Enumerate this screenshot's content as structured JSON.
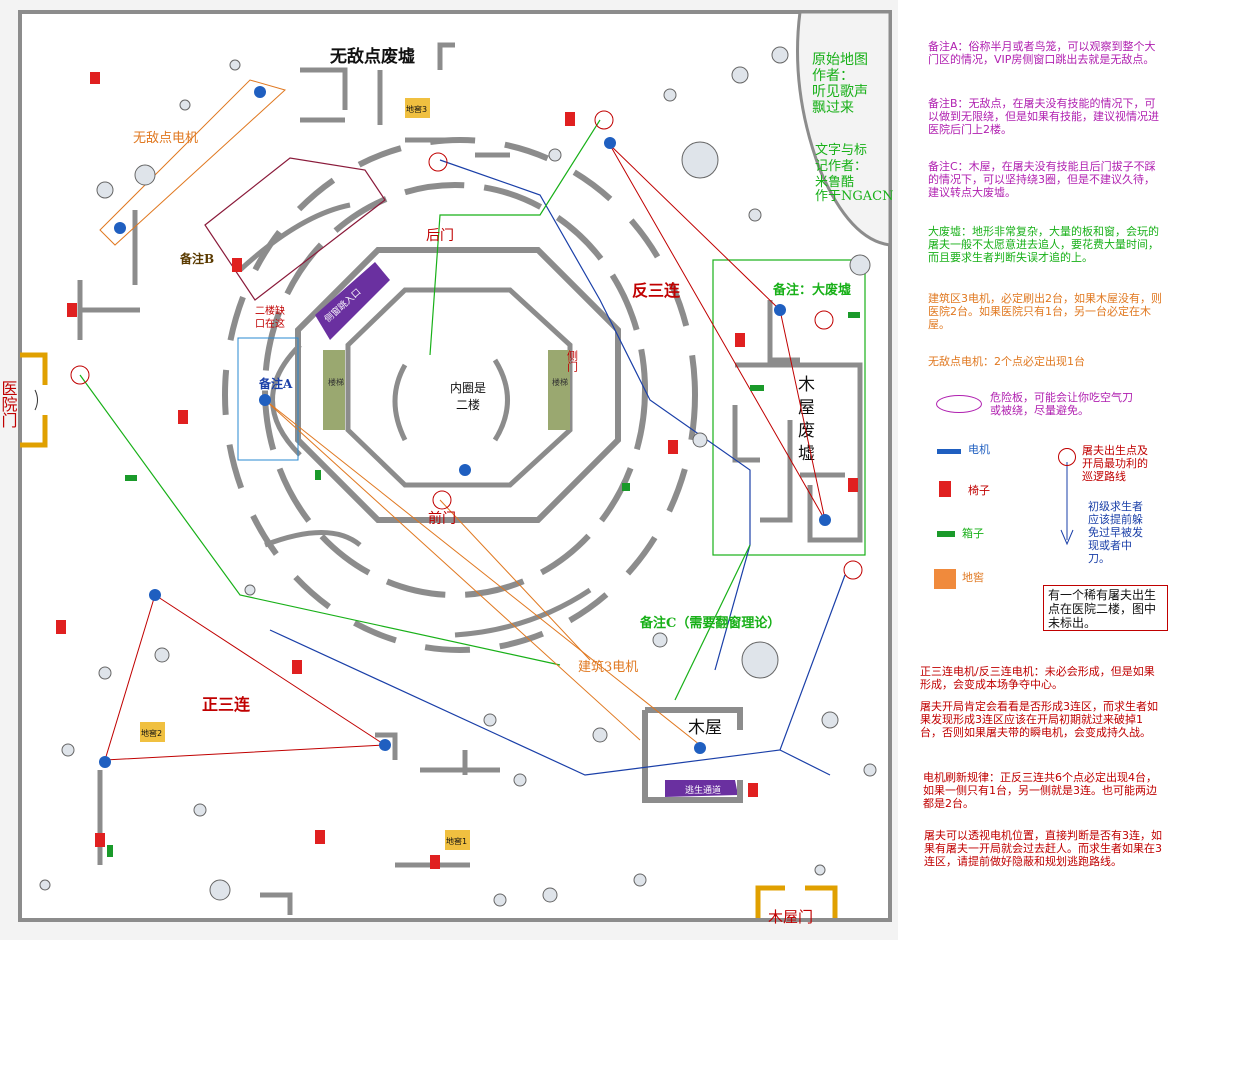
{
  "colors": {
    "wall": "#8c8c8c",
    "chair": "#e02020",
    "box": "#1a9a2a",
    "basement": "#f08a3c",
    "generator": "#1f5fc0",
    "danger": "#b020b0",
    "fanSan": "#c00000",
    "zhengSan": "#c00000",
    "route": "#1a3fa8",
    "greenLine": "#18b018",
    "orange": "#e07820"
  },
  "map": {
    "title_ruins": "无敌点废墟",
    "credit_original_1": "原始地图",
    "credit_original_2": "作者：",
    "credit_original_3": "听见歌声",
    "credit_original_4": "飘过来",
    "credit_text_1": "文字与标",
    "credit_text_2": "记作者：",
    "credit_text_3": "米鲁酷",
    "credit_text_4": "作于NGACN",
    "wudi_gen": "无敌点电机",
    "beizhu_b": "备注B",
    "erlou": "二楼缺",
    "erlou2": "口在这",
    "beizhu_a": "备注A",
    "houmen": "后门",
    "qianmen": "前门",
    "neiquan_1": "内圈是",
    "neiquan_2": "二楼",
    "fansanlian": "反三连",
    "zhengsanlian": "正三连",
    "beizhu_big": "备注：大废墟",
    "mu": "木",
    "wu": "屋",
    "fei": "废",
    "xu": "墟",
    "beizhu_c": "备注C（需要翻窗理论）",
    "jianzhu3": "建筑3电机",
    "muwu": "木屋",
    "muwumen": "木屋门",
    "yiyuan": "医院门",
    "cellar1": "地窖1",
    "cellar2": "地窖2",
    "cellar3": "地窖3",
    "cemen": "侧门",
    "banner_top": "侧窗跳入口",
    "banner_bottom": "逃生通道",
    "ramp_left": "楼梯",
    "ramp_right": "楼梯"
  },
  "notes": {
    "a": "备注A：俗称半月或者鸟笼，可以观察到整个大门区的情况，VIP房侧窗口跳出去就是无敌点。",
    "b": "备注B：无敌点，在屠夫没有技能的情况下，可以做到无限绕，但是如果有技能，建议视情况进医院后门上2楼。",
    "c": "备注C：木屋，在屠夫没有技能且后门拔子不踩的情况下，可以坚持绕3圈，但是不建议久待，建议转点大废墟。",
    "big": "大废墟：地形非常复杂，大量的板和窗，会玩的屠夫一般不太愿意进去追人，要花费大量时间，而且要求生者判断失误才追的上。",
    "jz3": "建筑区3电机，必定刷出2台，如果木屋没有，则医院2台。如果医院只有1台，另一台必定在木屋。",
    "wudi": "无敌点电机：2个点必定出现1台",
    "danger": "危险板，可能会让你吃空气刀或被绕，尽量避免。",
    "gen": "电机",
    "chair": "椅子",
    "box": "箱子",
    "cellar": "地窖",
    "spawn": "屠夫出生点及开局最功利的巡逻路线",
    "survivor": "初级求生者应该提前躲免过早被发现或者中刀。",
    "rare": "有一个稀有屠夫出生点在医院二楼，图中未标出。",
    "p1": "正三连电机/反三连电机：未必会形成，但是如果形成，会变成本场争夺中心。",
    "p2": "屠夫开局肯定会看看是否形成3连区，而求生者如果发现形成3连区应该在开局初期就过来破掉1台，否则如果屠夫带的瞬电机，会变成持久战。",
    "p3": "电机刷新规律：正反三连共6个点必定出现4台，如果一侧只有1台，另一侧就是3连。也可能两边都是2台。",
    "p4": "屠夫可以透视电机位置，直接判断是否有3连，如果有屠夫一开局就会过去赶人。而求生者如果在3连区，请提前做好隐蔽和规划逃跑路线。"
  }
}
